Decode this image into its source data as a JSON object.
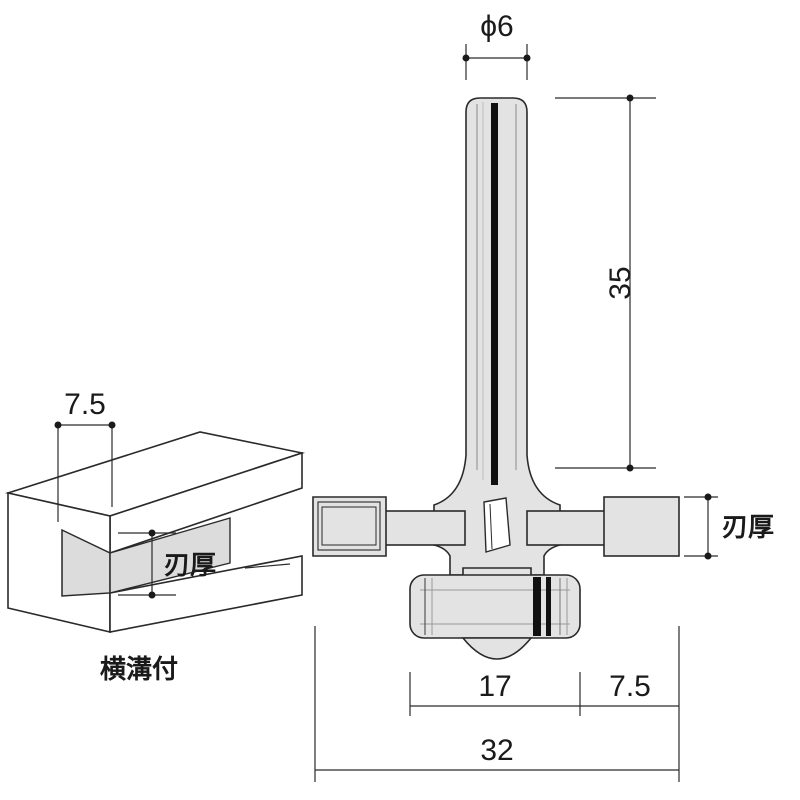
{
  "dimensions": {
    "shank_diameter": "ϕ6",
    "shank_length": "35",
    "blade_thickness_right": "刃厚",
    "blade_thickness_left": "刃厚",
    "bearing_width": "17",
    "cutter_depth": "7.5",
    "overall_diameter": "32",
    "groove_depth": "7.5"
  },
  "labels": {
    "caption": "横溝付"
  }
}
